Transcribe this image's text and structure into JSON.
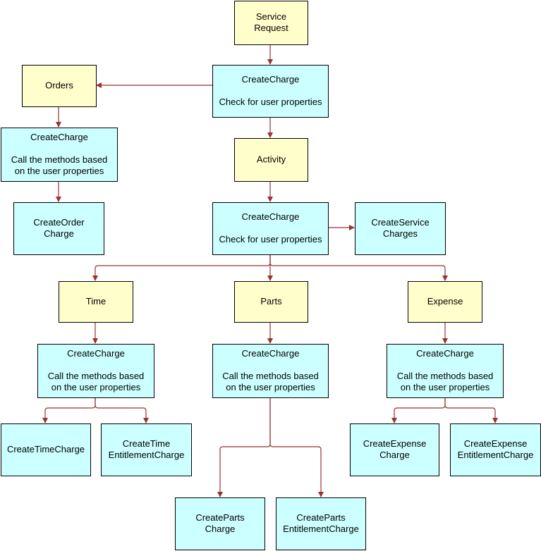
{
  "colors": {
    "entity_fill": "#FFFFCC",
    "method_fill": "#CCFFFF",
    "border": "#000000",
    "connector": "#993333"
  },
  "nodes": {
    "service_request": {
      "lines": [
        "Service",
        "Request"
      ],
      "kind": "entity"
    },
    "create_charge_sr": {
      "lines": [
        "CreateCharge",
        "",
        "Check for user properties"
      ],
      "kind": "method"
    },
    "orders": {
      "lines": [
        "Orders"
      ],
      "kind": "entity"
    },
    "create_charge_orders": {
      "lines": [
        "CreateCharge",
        "",
        "Call the methods based",
        "on the user properties"
      ],
      "kind": "method"
    },
    "create_order_charge": {
      "lines": [
        "CreateOrder",
        "Charge"
      ],
      "kind": "method"
    },
    "activity": {
      "lines": [
        "Activity"
      ],
      "kind": "entity"
    },
    "create_charge_activity": {
      "lines": [
        "CreateCharge",
        "",
        "Check for user properties"
      ],
      "kind": "method"
    },
    "create_service_charges": {
      "lines": [
        "CreateService",
        "Charges"
      ],
      "kind": "method"
    },
    "time": {
      "lines": [
        "Time"
      ],
      "kind": "entity"
    },
    "parts": {
      "lines": [
        "Parts"
      ],
      "kind": "entity"
    },
    "expense": {
      "lines": [
        "Expense"
      ],
      "kind": "entity"
    },
    "create_charge_time": {
      "lines": [
        "CreateCharge",
        "",
        "Call the methods based",
        "on the user properties"
      ],
      "kind": "method"
    },
    "create_charge_parts": {
      "lines": [
        "CreateCharge",
        "",
        "Call the methods based",
        "on the user properties"
      ],
      "kind": "method"
    },
    "create_charge_expense": {
      "lines": [
        "CreateCharge",
        "",
        "Call the methods based",
        "on the user properties"
      ],
      "kind": "method"
    },
    "create_time_charge": {
      "lines": [
        "CreateTimeCharge"
      ],
      "kind": "method"
    },
    "create_time_entitlement_charge": {
      "lines": [
        "CreateTime",
        "EntitlementCharge"
      ],
      "kind": "method"
    },
    "create_parts_charge": {
      "lines": [
        "CreateParts",
        "Charge"
      ],
      "kind": "method"
    },
    "create_parts_entitlement_charge": {
      "lines": [
        "CreateParts",
        "EntitlementCharge"
      ],
      "kind": "method"
    },
    "create_expense_charge": {
      "lines": [
        "CreateExpense",
        "Charge"
      ],
      "kind": "method"
    },
    "create_expense_entitlement_charge": {
      "lines": [
        "CreateExpense",
        "EntitlementCharge"
      ],
      "kind": "method"
    }
  },
  "edges": [
    {
      "from": "service_request",
      "to": "create_charge_sr"
    },
    {
      "from": "create_charge_sr",
      "to": "orders"
    },
    {
      "from": "create_charge_sr",
      "to": "activity"
    },
    {
      "from": "orders",
      "to": "create_charge_orders"
    },
    {
      "from": "create_charge_orders",
      "to": "create_order_charge"
    },
    {
      "from": "activity",
      "to": "create_charge_activity"
    },
    {
      "from": "create_charge_activity",
      "to": "create_service_charges"
    },
    {
      "from": "create_charge_activity",
      "to": "time"
    },
    {
      "from": "create_charge_activity",
      "to": "parts"
    },
    {
      "from": "create_charge_activity",
      "to": "expense"
    },
    {
      "from": "time",
      "to": "create_charge_time"
    },
    {
      "from": "parts",
      "to": "create_charge_parts"
    },
    {
      "from": "expense",
      "to": "create_charge_expense"
    },
    {
      "from": "create_charge_time",
      "to": "create_time_charge"
    },
    {
      "from": "create_charge_time",
      "to": "create_time_entitlement_charge"
    },
    {
      "from": "create_charge_parts",
      "to": "create_parts_charge"
    },
    {
      "from": "create_charge_parts",
      "to": "create_parts_entitlement_charge"
    },
    {
      "from": "create_charge_expense",
      "to": "create_expense_charge"
    },
    {
      "from": "create_charge_expense",
      "to": "create_expense_entitlement_charge"
    }
  ]
}
